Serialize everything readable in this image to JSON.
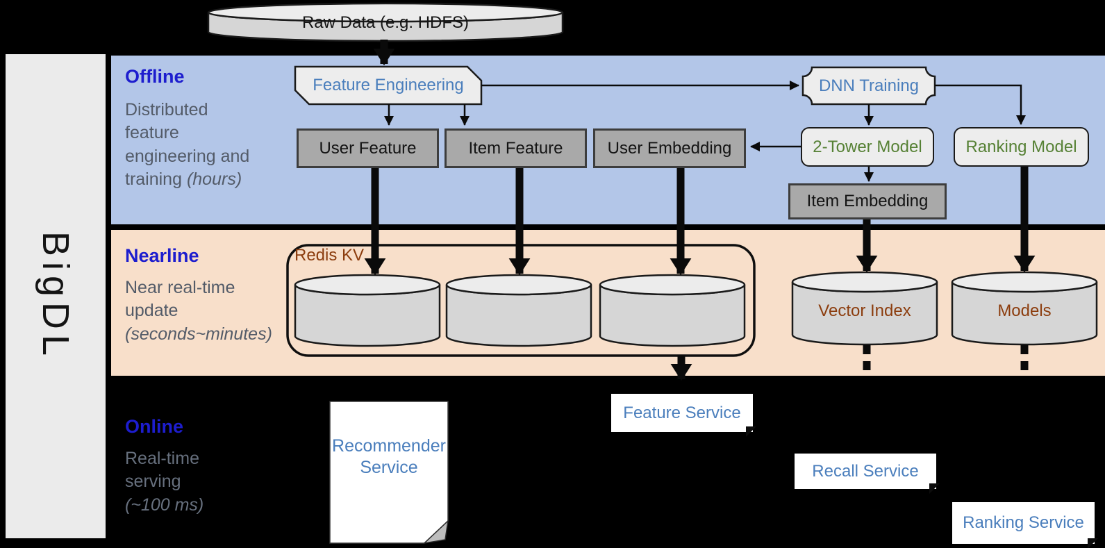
{
  "brand": {
    "label": "BigDL"
  },
  "raw_data": {
    "label": "Raw Data (e.g. HDFS)"
  },
  "sections": {
    "offline": {
      "title": "Offline",
      "desc": "Distributed feature engineering and training",
      "desc_note": "(hours)"
    },
    "nearline": {
      "title": "Nearline",
      "desc": "Near real-time update",
      "desc_note": "(seconds~minutes)"
    },
    "online": {
      "title": "Online",
      "desc": "Real-time serving",
      "desc_note": "(~100 ms)"
    }
  },
  "nodes": {
    "feature_engineering": "Feature Engineering",
    "dnn_training": "DNN Training",
    "user_feature": "User Feature",
    "item_feature": "Item Feature",
    "user_embedding": "User Embedding",
    "two_tower_model": "2-Tower Model",
    "ranking_model": "Ranking Model",
    "item_embedding": "Item Embedding",
    "redis_kv": "Redis KV",
    "vector_index": "Vector Index",
    "models": "Models",
    "recommender_service": "Recommender Service",
    "feature_service": "Feature Service",
    "recall_service": "Recall Service",
    "ranking_service": "Ranking Service"
  },
  "colors": {
    "offline_band": "#b3c6e8",
    "nearline_band": "#f8dfca",
    "online_band": "#000000",
    "sidebar_band": "#ebebeb",
    "section_title": "#1d1dce",
    "section_desc": "#535b68",
    "process_text": "#4a7ebc",
    "model_text": "#568135",
    "storage_text": "#8c3d0e",
    "service_text": "#4a7ebc",
    "data_box_fill": "#a9a9a9",
    "shape_fill": "#ededed",
    "cylinder_fill": "#d6d6d6"
  }
}
